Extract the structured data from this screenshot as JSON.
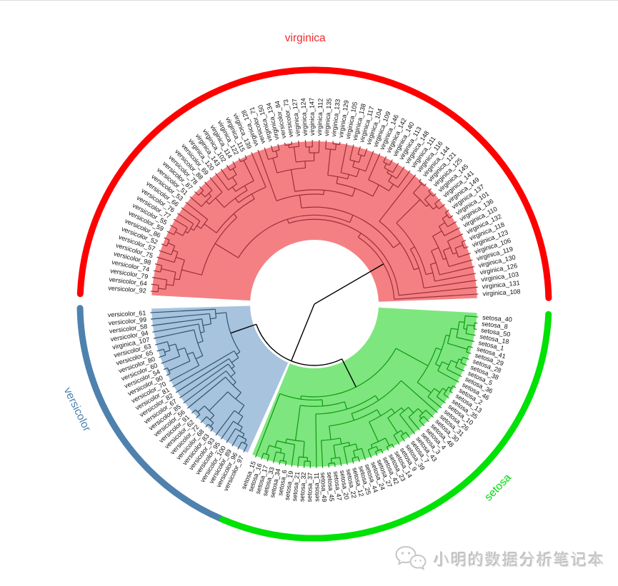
{
  "chart_data": {
    "type": "circular-dendrogram",
    "title": "",
    "description": "Hierarchical clustering fan dendrogram of the iris dataset, 150 leaves in three colored clusters",
    "legend_position": "around-circle",
    "root_color": "#000000",
    "layout": {
      "grid": false,
      "gap_between_clusters_deg": 6,
      "band_stroke_width": 9
    },
    "groups": [
      {
        "id": "virginica",
        "label": "virginica",
        "label_color": "#F42A2A",
        "arc_color": "#FF0000",
        "sector_color": "#F58084",
        "branch_color": "#9A3038",
        "start_angle": 3.5,
        "end_angle": 175.5,
        "label_angle": 92,
        "label_rotation": 0,
        "root_radius": 112,
        "seed": 7,
        "leaves": [
          "virginica_108",
          "virginica_131",
          "virginica_103",
          "virginica_126",
          "virginica_130",
          "virginica_119",
          "virginica_106",
          "virginica_123",
          "virginica_118",
          "virginica_132",
          "virginica_110",
          "virginica_136",
          "virginica_101",
          "virginica_137",
          "virginica_149",
          "virginica_141",
          "virginica_145",
          "virginica_125",
          "virginica_121",
          "virginica_144",
          "virginica_116",
          "virginica_111",
          "virginica_148",
          "virginica_113",
          "virginica_140",
          "virginica_142",
          "virginica_146",
          "virginica_109",
          "virginica_104",
          "virginica_117",
          "virginica_138",
          "virginica_105",
          "virginica_129",
          "virginica_133",
          "virginica_135",
          "virginica_112",
          "virginica_147",
          "virginica_124",
          "virginica_127",
          "versicolor_73",
          "versicolor_84",
          "virginica_134",
          "virginica_150",
          "versicolor_71",
          "virginica_128",
          "virginica_139",
          "virginica_115",
          "virginica_122",
          "virginica_114",
          "virginica_102",
          "virginica_143",
          "virginica_120",
          "versicolor_69",
          "versicolor_88",
          "versicolor_78",
          "versicolor_87",
          "versicolor_51",
          "versicolor_53",
          "versicolor_66",
          "versicolor_76",
          "versicolor_77",
          "versicolor_55",
          "versicolor_59",
          "versicolor_86",
          "versicolor_52",
          "versicolor_57",
          "versicolor_75",
          "versicolor_98",
          "versicolor_74",
          "versicolor_79",
          "versicolor_64",
          "versicolor_92"
        ]
      },
      {
        "id": "versicolor",
        "label": "versicolor",
        "label_color": "#4E81AE",
        "arc_color": "#4E81AE",
        "sector_color": "#A7C3DE",
        "branch_color": "#2F556F",
        "start_angle": 183,
        "end_angle": 244.5,
        "label_angle": 204,
        "label_rotation": 64,
        "root_radius": 124,
        "seed": 13,
        "leaves": [
          "versicolor_61",
          "versicolor_99",
          "versicolor_58",
          "versicolor_94",
          "virginica_107",
          "versicolor_63",
          "versicolor_65",
          "versicolor_80",
          "versicolor_60",
          "versicolor_54",
          "versicolor_90",
          "versicolor_70",
          "versicolor_81",
          "versicolor_82",
          "versicolor_67",
          "versicolor_85",
          "versicolor_56",
          "versicolor_91",
          "versicolor_62",
          "versicolor_72",
          "versicolor_68",
          "versicolor_83",
          "versicolor_93",
          "versicolor_95",
          "versicolor_100",
          "versicolor_89",
          "versicolor_96",
          "versicolor_97"
        ]
      },
      {
        "id": "setosa",
        "label": "setosa",
        "label_color": "#00D80E",
        "arc_color": "#00E105",
        "sector_color": "#7EE67E",
        "branch_color": "#0C9A12",
        "start_angle": 249,
        "end_angle": 355.5,
        "label_angle": 315,
        "label_rotation": -46,
        "root_radius": 130,
        "seed": 5,
        "leaves": [
          "setosa_15",
          "setosa_16",
          "setosa_17",
          "setosa_33",
          "setosa_34",
          "setosa_6",
          "setosa_19",
          "setosa_21",
          "setosa_32",
          "setosa_37",
          "setosa_11",
          "setosa_49",
          "setosa_45",
          "setosa_47",
          "setosa_20",
          "setosa_22",
          "setosa_12",
          "setosa_25",
          "setosa_44",
          "setosa_24",
          "setosa_27",
          "setosa_42",
          "setosa_23",
          "setosa_14",
          "setosa_9",
          "setosa_39",
          "setosa_7",
          "setosa_43",
          "setosa_3",
          "setosa_4",
          "setosa_48",
          "setosa_30",
          "setosa_31",
          "setosa_26",
          "setosa_10",
          "setosa_35",
          "setosa_13",
          "setosa_2",
          "setosa_46",
          "setosa_36",
          "setosa_5",
          "setosa_38",
          "setosa_28",
          "setosa_29",
          "setosa_41",
          "setosa_1",
          "setosa_18",
          "setosa_50",
          "setosa_8",
          "setosa_40"
        ]
      }
    ]
  },
  "watermark": {
    "icon": "wechat-bubbles-icon",
    "text": "小明的数据分析笔记本",
    "color": "#cbcbcb"
  }
}
